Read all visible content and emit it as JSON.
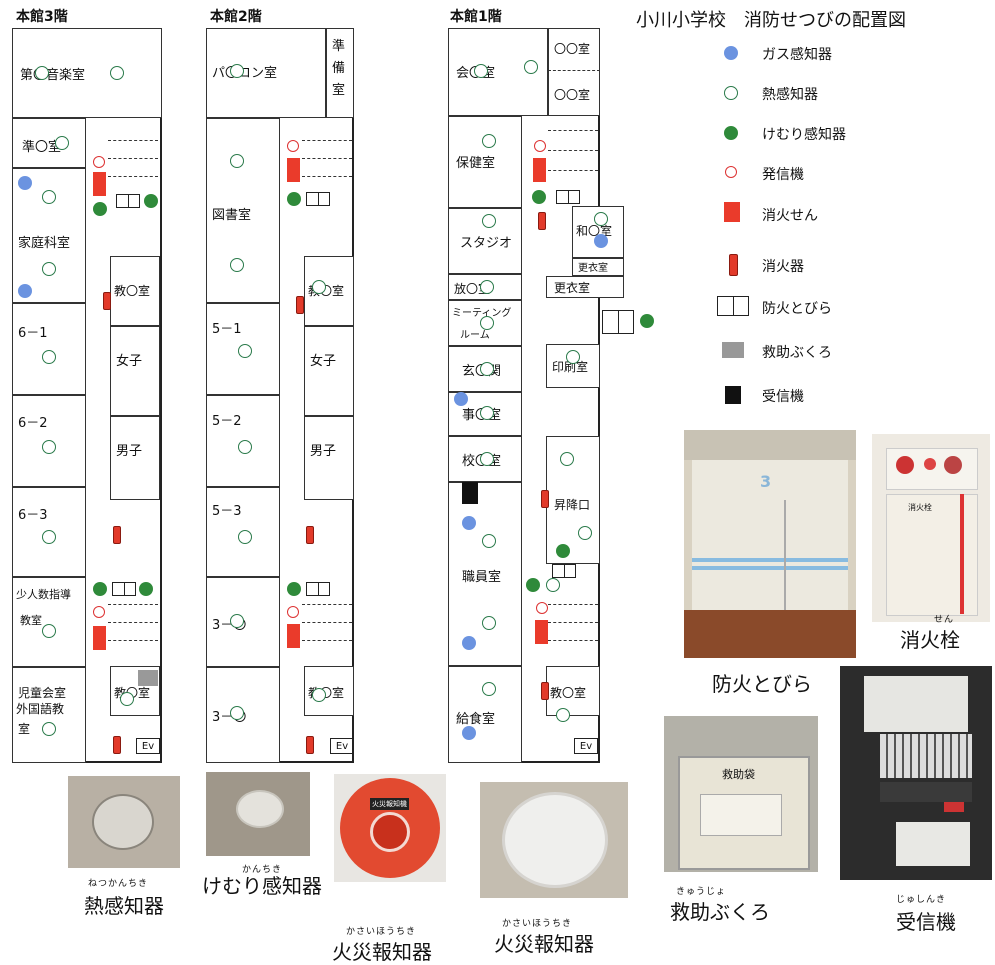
{
  "title": "小川小学校　消防せつびの配置図",
  "floors": {
    "f3": {
      "title": "本館3階",
      "rooms": {
        "music": "第〇音楽室",
        "prep": "準〇室",
        "homeec": "家庭科室",
        "r61": "6－1",
        "r62": "6－2",
        "r63": "6－3",
        "shoninzu": "少人数指導",
        "shoninzu2": "教室",
        "jido": "児童会室",
        "gaikoku": "外国語教",
        "gaikoku2": "室",
        "kyozai": "教〇室",
        "joshi": "女子",
        "danshi": "男子",
        "kyozai2": "教〇室",
        "ev": "Ev"
      }
    },
    "f2": {
      "title": "本館2階",
      "rooms": {
        "pc": "パ〇コン室",
        "junbi": "準備室",
        "library": "図書室",
        "r51": "5－1",
        "r52": "5－2",
        "r53": "5－3",
        "r3a": "3－〇",
        "r3b": "3－〇",
        "kyozai": "教〇室",
        "joshi": "女子",
        "danshi": "男子",
        "kyozai2": "教〇室",
        "ev": "Ev"
      }
    },
    "f1": {
      "title": "本館1階",
      "rooms": {
        "kaigi": "会〇室",
        "hoken": "保健室",
        "studio": "スタジオ",
        "hoso": "放〇室",
        "meeting": "ミーティング",
        "meeting2": "ルーム",
        "genkan": "玄〇関",
        "jimu": "事〇室",
        "kocho": "校〇室",
        "shokuin": "職員室",
        "kyushoku": "給食室",
        "washitsu": "和〇室",
        "kouishitsu1": "更衣室",
        "kouishitsu2": "更衣室",
        "insatsu": "印刷室",
        "shokoguchi": "昇降口",
        "kyozai": "教〇室",
        "top_a": "〇〇室",
        "top_b": "〇〇室",
        "ev": "Ev"
      }
    }
  },
  "legend": [
    {
      "icon": "gas-detector-icon",
      "label": "ガス感知器"
    },
    {
      "icon": "heat-detector-icon",
      "label": "熱感知器"
    },
    {
      "icon": "smoke-detector-icon",
      "label": "けむり感知器"
    },
    {
      "icon": "alarm-transmitter-icon",
      "label": "発信機"
    },
    {
      "icon": "fire-hydrant-icon",
      "label": "消火せん"
    },
    {
      "icon": "extinguisher-icon",
      "label": "消火器"
    },
    {
      "icon": "fire-door-icon",
      "label": "防火とびら"
    },
    {
      "icon": "rescue-chute-icon",
      "label": "救助ぶくろ"
    },
    {
      "icon": "receiver-icon",
      "label": "受信機"
    }
  ],
  "captions": {
    "fire_door": "防火とびら",
    "hydrant": "消火栓",
    "hydrant_ruby": "せん",
    "rescue": "救助ぶくろ",
    "rescue_ruby": "きゅうじょ",
    "receiver": "受信機",
    "receiver_ruby": "じゅしんき",
    "heat": "熱感知器",
    "heat_ruby": "ねつかんちき",
    "smoke": "けむり感知器",
    "smoke_ruby": "かんちき",
    "alarm1": "火災報知器",
    "alarm1_ruby": "かさいほうちき",
    "alarm2": "火災報知器",
    "alarm2_ruby": "かさいほうちき"
  },
  "photo_text": {
    "hydrant_box": "消火栓",
    "rescue_box": "救助袋",
    "alarm_box": "火災報知機",
    "door_number": "3"
  },
  "colors": {
    "gas": "#6b93e0",
    "smoke": "#2f8a3a",
    "heat": "#2a7a4a",
    "alarm": "#dd3333",
    "hydrant": "#ea3b2b",
    "bag": "#999999",
    "receiver": "#111111"
  }
}
